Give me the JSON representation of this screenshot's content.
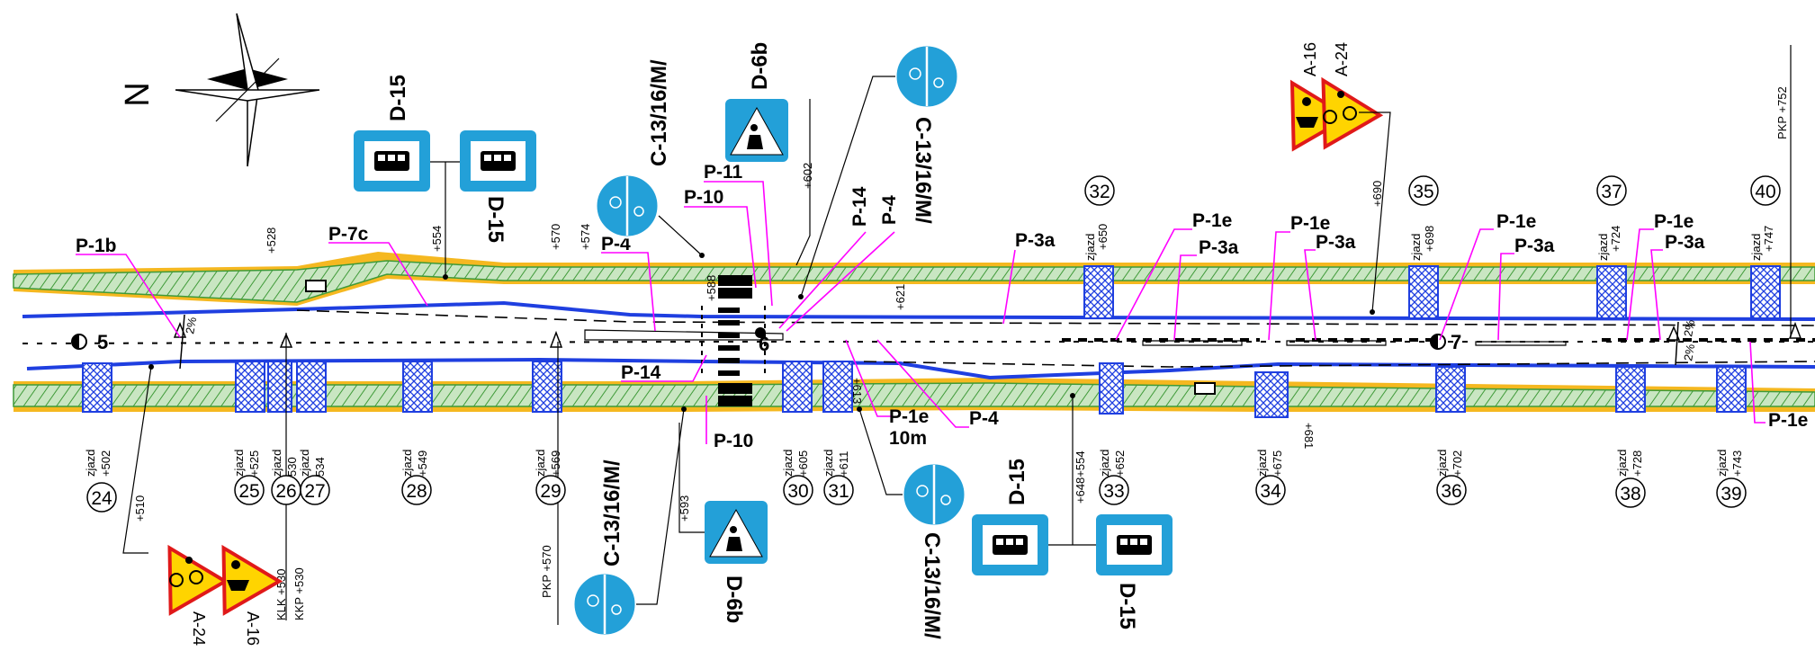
{
  "north_label": "N",
  "labels": {
    "p1b": "P-1b",
    "p7c": "P-7c",
    "p4a": "P-4",
    "p10a": "P-10",
    "p11": "P-11",
    "p14a": "P-14",
    "p4b": "P-4",
    "p3a1": "P-3a",
    "p1e1": "P-1e",
    "p3a2": "P-3a",
    "p1e2": "P-1e",
    "p3a3": "P-3a",
    "p1e3": "P-1e",
    "p3a4": "P-3a",
    "p1e4": "P-1e",
    "p3a5": "P-3a",
    "p14b": "P-14",
    "p10b": "P-10",
    "p1e5": "P-1e",
    "p1e5b": "10m",
    "p4c": "P-4",
    "p1e6": "P-1e"
  },
  "chainage": {
    "c528": "+528",
    "c554": "+554",
    "c570": "+570",
    "c574": "+574",
    "c588": "+588",
    "c602": "+602",
    "c621": "+621",
    "c650": "+650",
    "c690": "+690",
    "c698": "+698",
    "c724": "+724",
    "c747": "+747",
    "c752": "PKP +752",
    "b502": "+502",
    "b510": "+510",
    "b525": "+525",
    "b530": "530",
    "b534": "534",
    "b549": "+549",
    "b569": "+569",
    "b570": "PKP +570",
    "b593": "+593",
    "b605": "+605",
    "b611": "+611",
    "b613": "+613",
    "b648": "+648+554",
    "b652": "+652",
    "b675": "+675",
    "b681": "+681",
    "b702": "+702",
    "b728": "+728",
    "b743": "+743",
    "klk": "KLK +530",
    "kkp": "KKP +530"
  },
  "zjazd": "zjazd",
  "slope": "2%",
  "node_5": "5",
  "node_6": "6",
  "node_7": "7",
  "circles": [
    "24",
    "25",
    "26",
    "27",
    "28",
    "29",
    "30",
    "31",
    "32",
    "33",
    "34",
    "35",
    "36",
    "37",
    "38",
    "39",
    "40"
  ],
  "signs": {
    "d15_a": "D-15",
    "d15_b": "D-15",
    "c13_a": "C-13/16/M/",
    "d6b_a": "D-6b",
    "c13_b": "C-13/16/M/",
    "a16_a": "A-16",
    "a24_a": "A-24",
    "c13_c": "C-13/16/M/",
    "d6b_b": "D-6b",
    "c13_d": "C-13/16/M/",
    "d15_c": "D-15",
    "d15_d": "D-15",
    "a24_b": "A-24",
    "a16_b": "A-16"
  },
  "colors": {
    "road_edge": "#1f3fe0",
    "verge": "#f5b820",
    "grass": "#3f9a38",
    "marker": "#ff00ff",
    "sign_blue": "#23a0d8",
    "sign_yellow": "#ffd400",
    "sign_red": "#e01919"
  }
}
